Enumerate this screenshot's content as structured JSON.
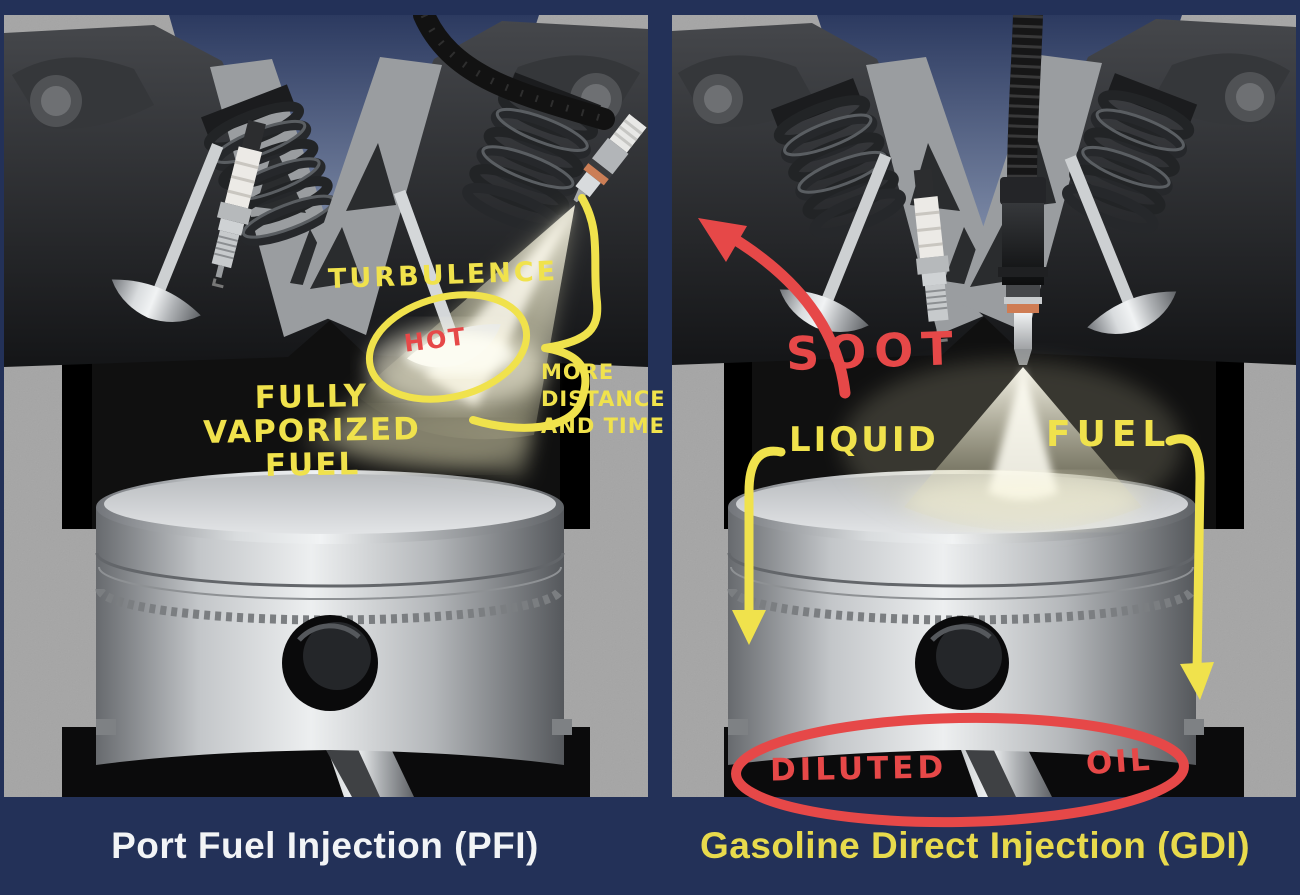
{
  "left_panel": {
    "caption": "Port Fuel Injection (PFI)",
    "annotations": {
      "turbulence": "TURBULENCE",
      "hot": "HOT",
      "fully_line1": "FULLY",
      "fully_line2": "VAPORIZED",
      "fully_line3": "FUEL",
      "more_line1": "MORE",
      "more_line2": "DISTANCE",
      "more_line3": "AND TIME"
    }
  },
  "right_panel": {
    "caption": "Gasoline Direct Injection (GDI)",
    "annotations": {
      "soot": "SOOT",
      "liquid": "LIQUID",
      "fuel": "FUEL",
      "diluted": "DILUTED",
      "oil": "OIL"
    }
  },
  "colors": {
    "frame_navy": "#233158",
    "annotation_yellow": "#f0e24c",
    "annotation_red": "#e64848",
    "caption_left_text": "#f2f4f6",
    "caption_right_text": "#e8da4c",
    "background_gray": "#a6a6a6"
  }
}
